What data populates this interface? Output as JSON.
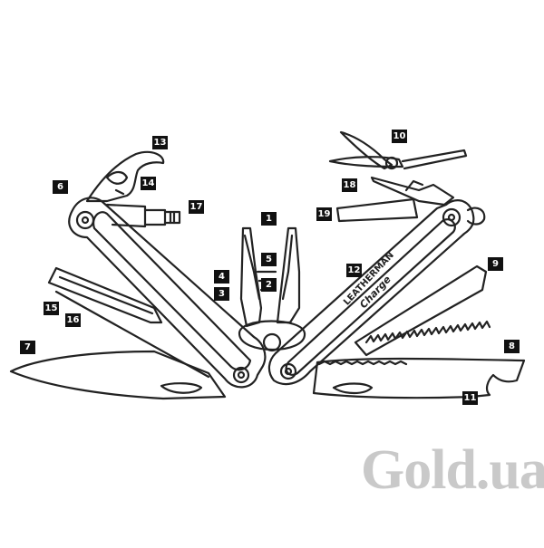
{
  "diagram": {
    "tool_brand": "LEATHERMAN",
    "tool_model": "Charge",
    "callouts": [
      "1",
      "2",
      "3",
      "4",
      "5",
      "6",
      "7",
      "8",
      "9",
      "10",
      "11",
      "12",
      "13",
      "14",
      "15",
      "16",
      "17",
      "18",
      "19"
    ]
  },
  "watermark": {
    "text": "Gold.ua",
    "color": "#c9c9c9"
  },
  "colors": {
    "line": "#222222",
    "callout_bg": "#111111",
    "callout_text": "#ffffff"
  }
}
